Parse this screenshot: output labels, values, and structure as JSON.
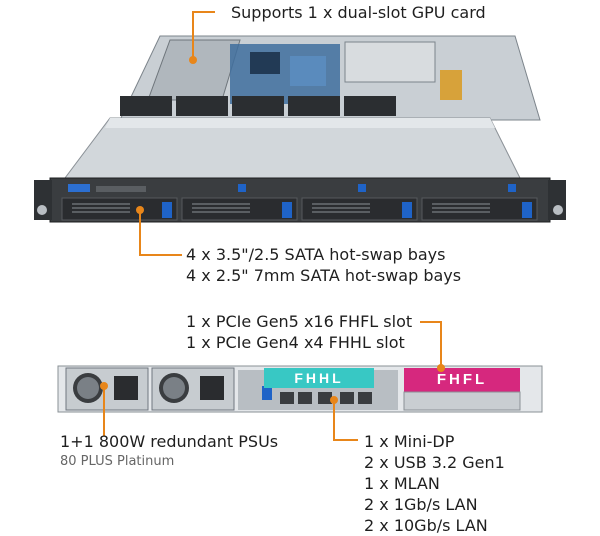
{
  "colors": {
    "accent": "#e8861a",
    "fhhl_tag": "#38c8c4",
    "fhfl_tag": "#d6287e",
    "chassis": "#8a9096"
  },
  "callouts": {
    "gpu": {
      "text": "Supports 1 x dual-slot GPU card"
    },
    "bays": {
      "lines": [
        "4 x 3.5\"/2.5 SATA hot-swap bays",
        "4 x 2.5\" 7mm SATA hot-swap bays"
      ]
    },
    "pcie": {
      "lines": [
        "1 x PCIe Gen5 x16 FHFL slot",
        "1 x PCIe Gen4 x4 FHHL slot"
      ]
    },
    "psu": {
      "text": "1+1 800W redundant PSUs",
      "sub": "80 PLUS Platinum"
    },
    "io": {
      "lines": [
        "1 x Mini-DP",
        "2 x USB 3.2 Gen1",
        "1 x MLAN",
        "2 x 1Gb/s LAN",
        "2 x 10Gb/s LAN"
      ]
    }
  },
  "rear_tags": {
    "fhhl": "FHHL",
    "fhfl": "FHFL"
  }
}
